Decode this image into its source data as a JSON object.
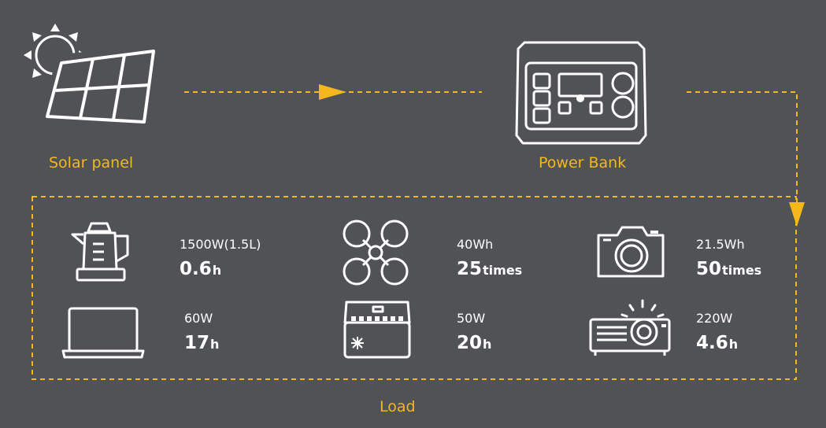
{
  "labels": {
    "solar": "Solar panel",
    "power_bank": "Power Bank",
    "load": "Load"
  },
  "colors": {
    "background": "#505256",
    "accent": "#f4b81c",
    "line": "#ffffff"
  },
  "loads": {
    "kettle": {
      "icon": "kettle-icon",
      "spec": "1500W(1.5L)",
      "value": "0.6",
      "unit": "h"
    },
    "drone": {
      "icon": "drone-icon",
      "spec": "40Wh",
      "value": "25",
      "unit": "times"
    },
    "camera": {
      "icon": "camera-icon",
      "spec": "21.5Wh",
      "value": "50",
      "unit": "times"
    },
    "laptop": {
      "icon": "laptop-icon",
      "spec": "60W",
      "value": "17",
      "unit": "h"
    },
    "fridge": {
      "icon": "fridge-icon",
      "spec": "50W",
      "value": "20",
      "unit": "h"
    },
    "projector": {
      "icon": "projector-icon",
      "spec": "220W",
      "value": "4.6",
      "unit": "h"
    }
  }
}
